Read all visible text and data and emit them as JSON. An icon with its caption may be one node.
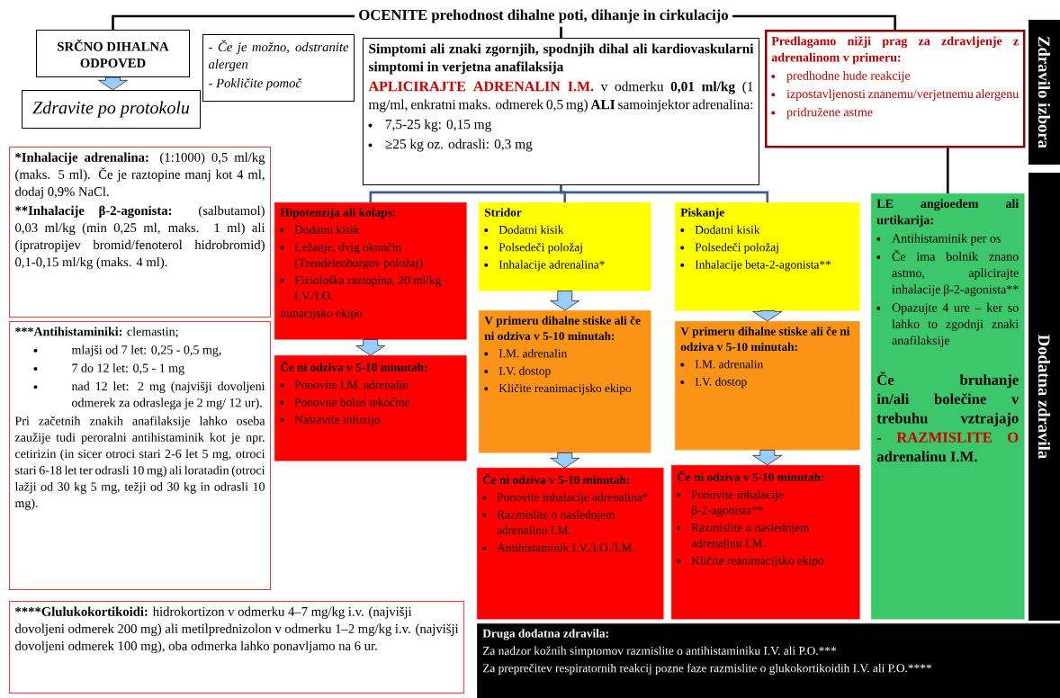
{
  "diagram": {
    "nodes": [
      {
        "text": [
          "OCENITE prehodnost dihalne poti, dihanje in cirkulacijo"
        ]
      },
      {
        "text": [
          "SRČNO DIHALNA ODPOVED"
        ]
      },
      {
        "text": [
          "Zdravite po protokolu"
        ]
      },
      {
        "text": [
          "- Če je možno, odstranite alergen",
          "- Pokličite pomoč"
        ]
      },
      {
        "text": [
          "Simptomi ali znaki zgornjih, spodnjih dihal ali kardiovaskularni simptomi in verjetna anafilaksija",
          "APLICIRAJTE ADRENALIN I.M.",
          "v odmerku **0,01 ml/kg** (1 mg/ml, enkratni maks. odmerek 0,5 mg) **ALI** samoinjektor adrenalina:",
          "7,5-25 kg: 0,15 mg",
          "≥25 kg oz. odrasli: 0,3 mg"
        ]
      },
      {
        "text": [
          "Predlagamo nižji prag za zdravljenje z adrenalinom v primeru:",
          "predhodne hude reakcije",
          "izpostavljenosti znanemu/verjetnemu alergenu",
          "pridružene astme"
        ]
      },
      {
        "text": [
          "Zdravilo izbora"
        ]
      },
      {
        "text": [
          "Dodatna zdravila"
        ]
      },
      {
        "text": [
          "*Inhalacije adrenalina:",
          "(1:1000) 0,5 ml/kg (maks. 5 ml). Če je raztopine manj kot 4 ml, dodaj 0,9% NaCl.",
          "**Inhalacije β-2-agonista:",
          "(salbutamol) 0,03 ml/kg (min 0,25 ml, maks. 1 ml) ali (ipratropijev bromid/fenoterol hidrobromid) 0,1-0,15 ml/kg (maks. 4 ml)."
        ]
      },
      {
        "text": [
          "***Antihistaminiki:",
          "clemastin;",
          "mlajši od 7 let: 0,25 - 0,5 mg,",
          "7 do 12 let: 0,5 - 1 mg",
          "nad 12 let: 2 mg (najvišji dovoljeni odmerek za odraslega je 2 mg/ 12 ur).",
          "Pri začetnih znakih anafilaksije lahko oseba zaužije tudi peroralni antihistaminik kot je npr. cetirizin (in sicer otroci stari 2-6 let 5 mg, otroci stari 6-18 let ter odrasli 10 mg) ali loratadin (otroci lažji od 30 kg 5 mg, težji od 30 kg in odrasli 10 mg)."
        ]
      },
      {
        "text": [
          "****Glulukokortikoidi:",
          "hidrokortizon v odmerku 4–7 mg/kg i.v. (najvišji dovoljeni odmerek 200 mg) ali metilprednizolon v odmerku 1–2 mg/kg i.v. (najvišji dovoljeni odmerek 100 mg), oba odmerka lahko ponavljamo na 6 ur."
        ]
      },
      {
        "text": [
          "Hipotenzija ali kolaps:",
          "Dodatni kisik",
          "Ležanje, dvig okončin (Trendelenburgov položaj)",
          "Fiziološka raztopina, 20 ml/kg I.V./I.O.",
          "nimacijsko ekipo"
        ]
      },
      {
        "text": [
          "Stridor",
          "Dodatni kisik",
          "Polsedeči položaj",
          "Inhalacije adrenalina*"
        ]
      },
      {
        "text": [
          "Piskanje",
          "Dodatni kisik",
          "Polsedeči položaj",
          "Inhalacije beta-2-agonista**"
        ]
      },
      {
        "text": [
          "Če ni odziva v 5-10 minutah:",
          "Ponovite I.M. adrenalin",
          "Ponovite bolus tekočine",
          "Nastavite infuzijo"
        ]
      },
      {
        "text": [
          "V primeru dihalne stiske ali če ni odziva v 5-10 minutah:",
          "I.M. adrenalin",
          "I.V. dostop",
          "Kličite reanimacijsko ekipo"
        ]
      },
      {
        "text": [
          "V primeru dihalne stiske ali če ni odziva v 5-10 minutah:",
          "I.M. adrenalin",
          "I.V. dostop"
        ]
      },
      {
        "text": [
          "Če ni odziva v 5-10 minutah:",
          "Ponovite inhalacije adrenalina*",
          "Razmislite o naslednjem adrenalinu I.M.",
          "Antihistaminik I.V./I.O./I.M."
        ]
      },
      {
        "text": [
          "Če ni odziva v 5-10 minutah:",
          "Ponovite inhalacije β-2-agonista**",
          "Razmislite o naslednjem adrenalinu I.M.",
          "Kličite reanimacijsko ekipo"
        ]
      },
      {
        "text": [
          "LE angioedem ali urtikarija:",
          "Antihistaminik per os",
          "Če ima bolnik znano astmo, aplicirajte inhalacije β-2-agonista**",
          "Opazujte 4 ure – ker so lahko to zgodnji znaki anafilaksije",
          "Če bruhanje in/ali bolečine v trebuhu vztrajajo -",
          "RAZMISLITE O",
          "adrenalinu I.M."
        ]
      },
      {
        "text": [
          "Druga dodatna zdravila:",
          "Za nadzor kožnih simptomov razmislite o antihistaminiku I.V. ali P.O.***",
          "Za preprečitev respiratornih reakcij pozne faze razmislite o glukokortikoidih I.V. ali P.O.****"
        ]
      }
    ],
    "edges": [
      {
        "from": 0,
        "to": 1,
        "arrow": "none"
      },
      {
        "from": 0,
        "to": 4,
        "arrow": "none"
      },
      {
        "from": 0,
        "to": 5,
        "arrow": "none"
      },
      {
        "from": 1,
        "to": 2,
        "arrow": "to",
        "color": "#99ccff"
      },
      {
        "from": 4,
        "to": 11,
        "arrow": "none",
        "color": "#3c5d8f"
      },
      {
        "from": 4,
        "to": 12,
        "arrow": "none",
        "color": "#3c5d8f"
      },
      {
        "from": 4,
        "to": 13,
        "arrow": "none",
        "color": "#3c5d8f"
      },
      {
        "from": 11,
        "to": 14,
        "arrow": "to",
        "color": "#99ccff"
      },
      {
        "from": 12,
        "to": 15,
        "arrow": "to",
        "color": "#99ccff"
      },
      {
        "from": 13,
        "to": 16,
        "arrow": "to",
        "color": "#99ccff"
      },
      {
        "from": 15,
        "to": 17,
        "arrow": "to",
        "color": "#99ccff"
      },
      {
        "from": 16,
        "to": 18,
        "arrow": "to",
        "color": "#99ccff"
      },
      {
        "from": 5,
        "to": 19,
        "arrow": "none"
      }
    ]
  }
}
